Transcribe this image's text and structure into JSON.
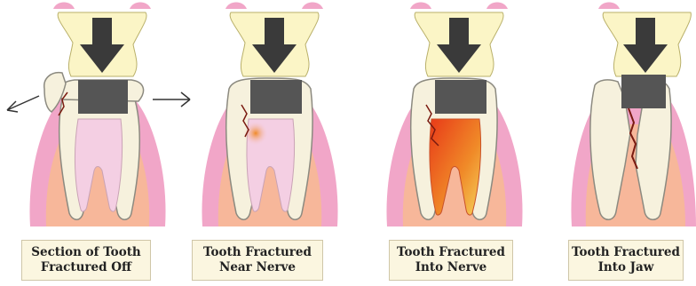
{
  "panels": [
    {
      "caption_line1": "Section of Tooth",
      "caption_line2": "Fractured Off"
    },
    {
      "caption_line1": "Tooth Fractured",
      "caption_line2": "Near Nerve"
    },
    {
      "caption_line1": "Tooth Fractured",
      "caption_line2": "Into Nerve"
    },
    {
      "caption_line1": "Tooth Fractured",
      "caption_line2": "Into Jaw"
    }
  ],
  "colors": {
    "gum": "#f1a6c8",
    "bone": "#f7b79a",
    "tooth": "#f6f1dd",
    "tooth_outline": "#8c8a80",
    "pulp": "#f4cfe3",
    "opposing_tooth": "#fbf5c6",
    "crown_filling": "#555555",
    "force_arrow": "#3a3a3a",
    "nerve_inflamed": "#f08a28",
    "nerve_hot": "#e83a18",
    "fracture": "#7a1a10"
  },
  "icons": [
    "force-arrow-icon",
    "direction-arrow-icon"
  ]
}
